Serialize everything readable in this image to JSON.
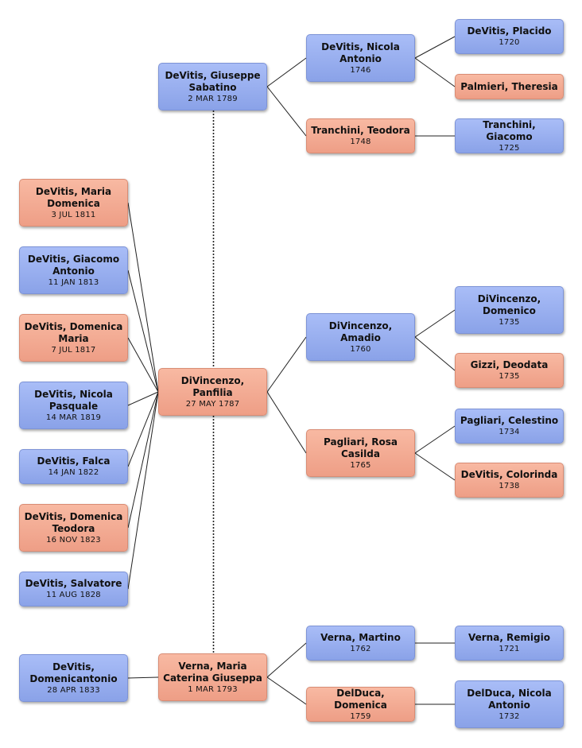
{
  "chart_data": {
    "type": "diagram",
    "people": {
      "giuseppe": {
        "name": "DeVitis, Giuseppe\nSabatino",
        "date": "2 MAR 1789",
        "sex": "male"
      },
      "panfilia": {
        "name": "DiVincenzo,\nPanfilia",
        "date": "27 MAY 1787",
        "sex": "female"
      },
      "maria_caterina": {
        "name": "Verna, Maria\nCaterina Giuseppa",
        "date": "1 MAR 1793",
        "sex": "female"
      },
      "nicola_antonio": {
        "name": "DeVitis, Nicola\nAntonio",
        "date": "1746",
        "sex": "male"
      },
      "teodora_t": {
        "name": "Tranchini, Teodora",
        "date": "1748",
        "sex": "female"
      },
      "placido": {
        "name": "DeVitis, Placido",
        "date": "1720",
        "sex": "male"
      },
      "theresia": {
        "name": "Palmieri, Theresia",
        "date": "",
        "sex": "female"
      },
      "giacomo_t": {
        "name": "Tranchini, Giacomo",
        "date": "1725",
        "sex": "male"
      },
      "amadio": {
        "name": "DiVincenzo,\nAmadio",
        "date": "1760",
        "sex": "male"
      },
      "rosa": {
        "name": "Pagliari, Rosa\nCasilda",
        "date": "1765",
        "sex": "female"
      },
      "domenico_d": {
        "name": "DiVincenzo,\nDomenico",
        "date": "1735",
        "sex": "male"
      },
      "deodata": {
        "name": "Gizzi, Deodata",
        "date": "1735",
        "sex": "female"
      },
      "celestino": {
        "name": "Pagliari, Celestino",
        "date": "1734",
        "sex": "male"
      },
      "colorinda": {
        "name": "DeVitis, Colorinda",
        "date": "1738",
        "sex": "female"
      },
      "martino": {
        "name": "Verna, Martino",
        "date": "1762",
        "sex": "male"
      },
      "domenica_dd": {
        "name": "DelDuca, Domenica",
        "date": "1759",
        "sex": "female"
      },
      "remigio": {
        "name": "Verna, Remigio",
        "date": "1721",
        "sex": "male"
      },
      "nicola_dd": {
        "name": "DelDuca, Nicola\nAntonio",
        "date": "1732",
        "sex": "male"
      },
      "maria_domenica": {
        "name": "DeVitis, Maria\nDomenica",
        "date": "3 JUL 1811",
        "sex": "female"
      },
      "giacomo_antonio": {
        "name": "DeVitis, Giacomo\nAntonio",
        "date": "11 JAN 1813",
        "sex": "male"
      },
      "domenica_maria": {
        "name": "DeVitis, Domenica\nMaria",
        "date": "7 JUL 1817",
        "sex": "female"
      },
      "nicola_pasquale": {
        "name": "DeVitis, Nicola\nPasquale",
        "date": "14 MAR 1819",
        "sex": "male"
      },
      "falca": {
        "name": "DeVitis, Falca",
        "date": "14 JAN 1822",
        "sex": "male"
      },
      "domenica_teodora": {
        "name": "DeVitis, Domenica\nTeodora",
        "date": "16 NOV 1823",
        "sex": "female"
      },
      "salvatore": {
        "name": "DeVitis, Salvatore",
        "date": "11 AUG 1828",
        "sex": "male"
      },
      "domenicantonio": {
        "name": "DeVitis,\nDomenicantonio",
        "date": "28 APR 1833",
        "sex": "male"
      }
    },
    "parent_links": [
      {
        "child": "giuseppe",
        "parent": "nicola_antonio"
      },
      {
        "child": "giuseppe",
        "parent": "teodora_t"
      },
      {
        "child": "nicola_antonio",
        "parent": "placido"
      },
      {
        "child": "nicola_antonio",
        "parent": "theresia"
      },
      {
        "child": "teodora_t",
        "parent": "giacomo_t"
      },
      {
        "child": "panfilia",
        "parent": "amadio"
      },
      {
        "child": "panfilia",
        "parent": "rosa"
      },
      {
        "child": "amadio",
        "parent": "domenico_d"
      },
      {
        "child": "amadio",
        "parent": "deodata"
      },
      {
        "child": "rosa",
        "parent": "celestino"
      },
      {
        "child": "rosa",
        "parent": "colorinda"
      },
      {
        "child": "maria_caterina",
        "parent": "martino"
      },
      {
        "child": "maria_caterina",
        "parent": "domenica_dd"
      },
      {
        "child": "martino",
        "parent": "remigio"
      },
      {
        "child": "domenica_dd",
        "parent": "nicola_dd"
      },
      {
        "child": "maria_domenica",
        "parent": "panfilia"
      },
      {
        "child": "giacomo_antonio",
        "parent": "panfilia"
      },
      {
        "child": "domenica_maria",
        "parent": "panfilia"
      },
      {
        "child": "nicola_pasquale",
        "parent": "panfilia"
      },
      {
        "child": "falca",
        "parent": "panfilia"
      },
      {
        "child": "domenica_teodora",
        "parent": "panfilia"
      },
      {
        "child": "salvatore",
        "parent": "panfilia"
      },
      {
        "child": "domenicantonio",
        "parent": "maria_caterina"
      }
    ],
    "spouse_links": [
      {
        "a": "giuseppe",
        "b": "panfilia"
      },
      {
        "a": "panfilia",
        "b": "maria_caterina"
      }
    ]
  },
  "colors": {
    "male": "#9cb2f2",
    "female": "#f4ac95",
    "line": "#222222"
  }
}
